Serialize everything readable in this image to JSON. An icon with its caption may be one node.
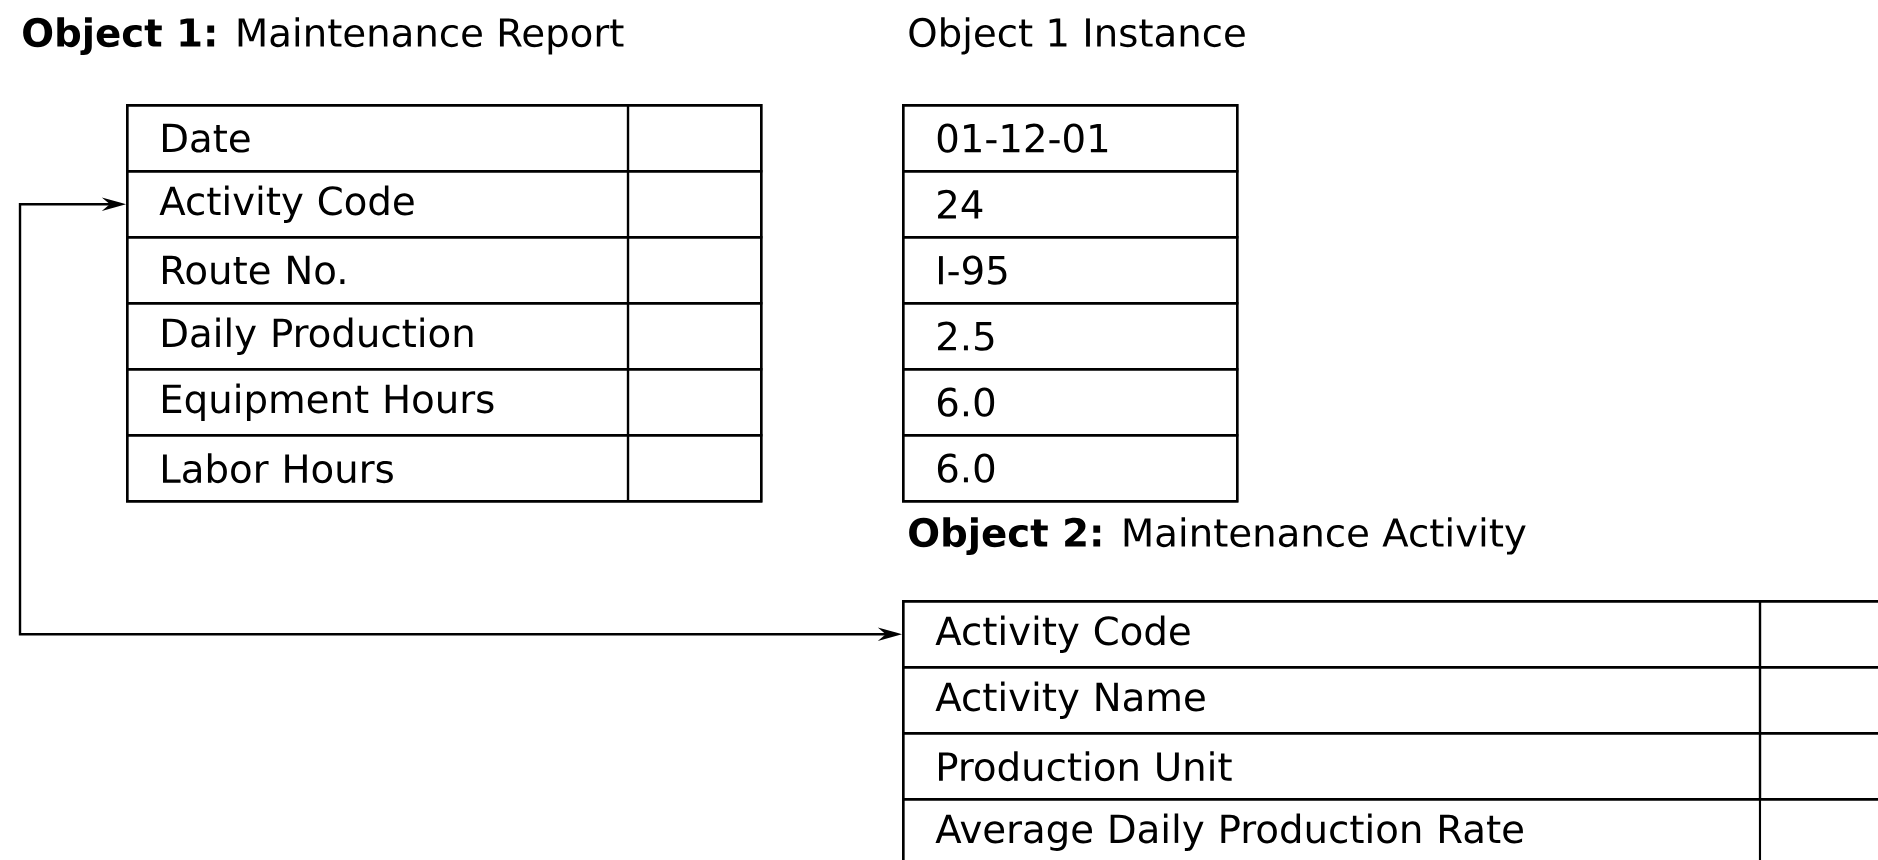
{
  "diagram": {
    "nodes": [
      {
        "text": [
          "**Object 1:** Maintenance Report"
        ]
      },
      {
        "text": [
          "Date"
        ],
        "in": 0
      },
      {
        "text": [
          "Activity Code"
        ],
        "in": 0
      },
      {
        "text": [
          "Route No."
        ],
        "in": 0
      },
      {
        "text": [
          "Daily Production"
        ],
        "in": 0
      },
      {
        "text": [
          "Equipment Hours"
        ],
        "in": 0
      },
      {
        "text": [
          "Labor Hours"
        ],
        "in": 0
      },
      {
        "text": [
          "Object 1 Instance"
        ]
      },
      {
        "text": [
          "01-12-01"
        ],
        "in": 7
      },
      {
        "text": [
          "24"
        ],
        "in": 7
      },
      {
        "text": [
          "I-95"
        ],
        "in": 7
      },
      {
        "text": [
          "2.5"
        ],
        "in": 7
      },
      {
        "text": [
          "6.0"
        ],
        "in": 7
      },
      {
        "text": [
          "6.0"
        ],
        "in": 7
      },
      {
        "text": [
          "**Object 2:** Maintenance Activity"
        ]
      },
      {
        "text": [
          "Activity Code"
        ],
        "in": 14
      },
      {
        "text": [
          "Activity Name"
        ],
        "in": 14
      },
      {
        "text": [
          "Production Unit"
        ],
        "in": 14
      },
      {
        "text": [
          "Average Daily Production Rate"
        ],
        "in": 14
      }
    ],
    "edges": [
      {
        "from": 2,
        "to": 15,
        "arrow": "both"
      }
    ]
  }
}
